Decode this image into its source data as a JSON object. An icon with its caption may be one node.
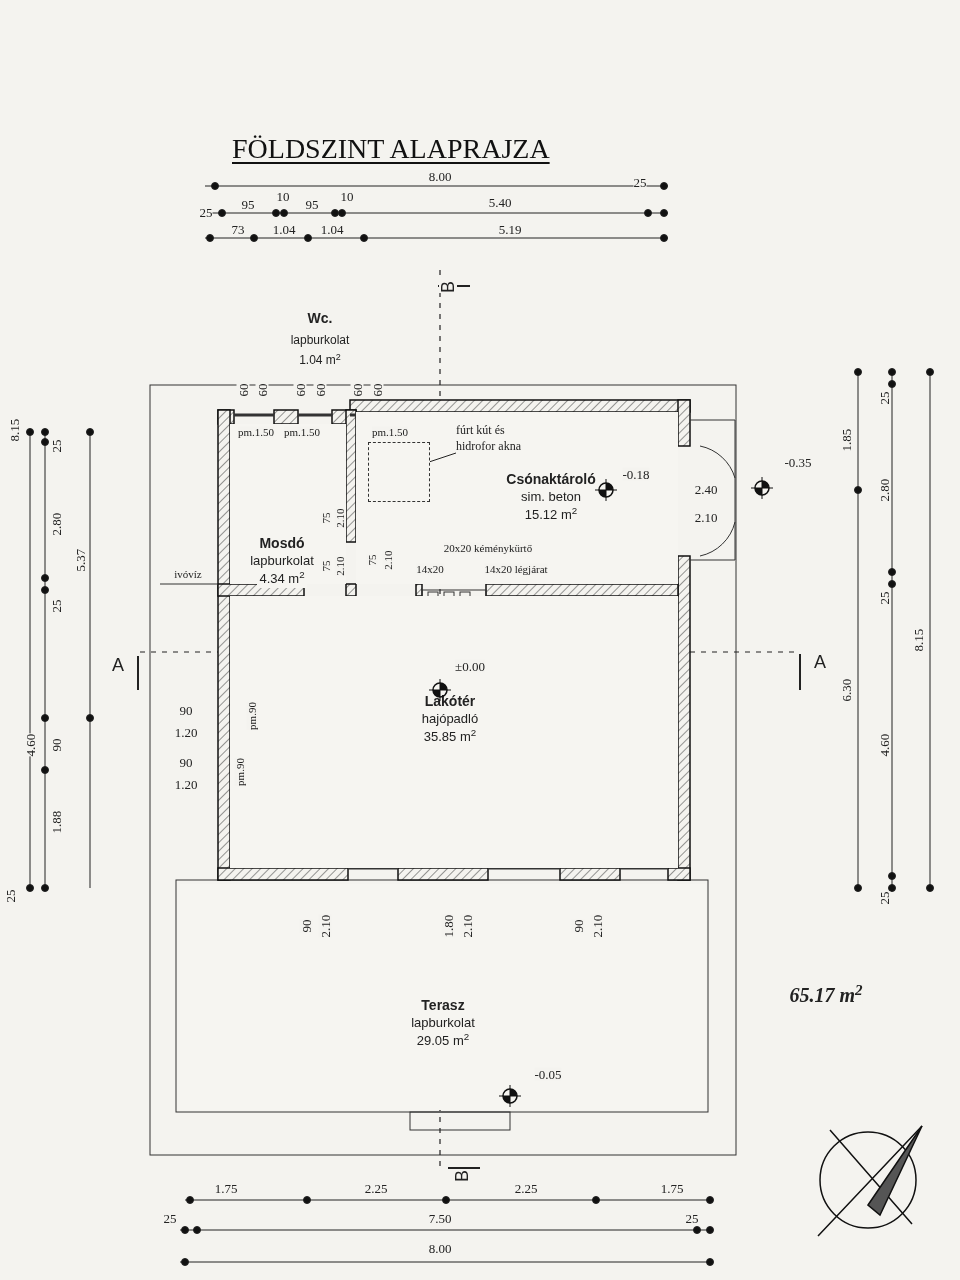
{
  "diagram": {
    "title": "FÖLDSZINT ALAPRAJZA",
    "nodes": [
      {
        "text": [
          "Mosdó",
          "lapburkolat",
          "4.34 m$^{2}$"
        ]
      },
      {
        "text": [
          "Csónaktároló",
          "sim. beton",
          "15.12 m$^{2}$"
        ]
      },
      {
        "text": [
          "Lakótér",
          "hajópadló",
          "35.85 m$^{2}$"
        ]
      },
      {
        "text": [
          "Terasz",
          "lapburkolat",
          "29.05 m$^{2}$"
        ]
      },
      {
        "text": [
          "fúrt kút és hidrofor akna"
        ],
        "in": 1
      },
      {
        "text": [],
        "shape": "box",
        "in": 1
      }
    ],
    "edges": [
      {
        "from": 4,
        "to": 5,
        "arrow": "none"
      }
    ],
    "labels": [
      "8.00",
      "25",
      "25",
      "95",
      "10",
      "95",
      "10",
      "5.40",
      "73",
      "1.04",
      "1.04",
      "5.19",
      "B",
      "Wc.",
      "lapburkolat",
      "1.04 m$^{2}$",
      "60",
      "60",
      "60",
      "60",
      "60",
      "60",
      "pm.1.50",
      "pm.1.50",
      "pm.1.50",
      "-0.18",
      "2.40",
      "2.10",
      "-0.35",
      "75",
      "2.10",
      "75",
      "2.10",
      "75",
      "2.10",
      "20x20 kéménykürtő",
      "14x20",
      "14x20 légjárat",
      "ivóvíz",
      "8.15",
      "25",
      "2.80",
      "5.37",
      "25",
      "A",
      "4.60",
      "90",
      "1.88",
      "25",
      "±0.00",
      "90",
      "1.20",
      "pm.90",
      "90",
      "1.20",
      "pm.90",
      "A",
      "1.85",
      "25",
      "2.80",
      "25",
      "8.15",
      "6.30",
      "4.60",
      "25",
      "90",
      "2.10",
      "1.80",
      "2.10",
      "90",
      "2.10",
      "65.17 m$^{2}$",
      "-0.05",
      "B",
      "1.75",
      "2.25",
      "2.25",
      "1.75",
      "25",
      "7.50",
      "25",
      "8.00"
    ]
  }
}
